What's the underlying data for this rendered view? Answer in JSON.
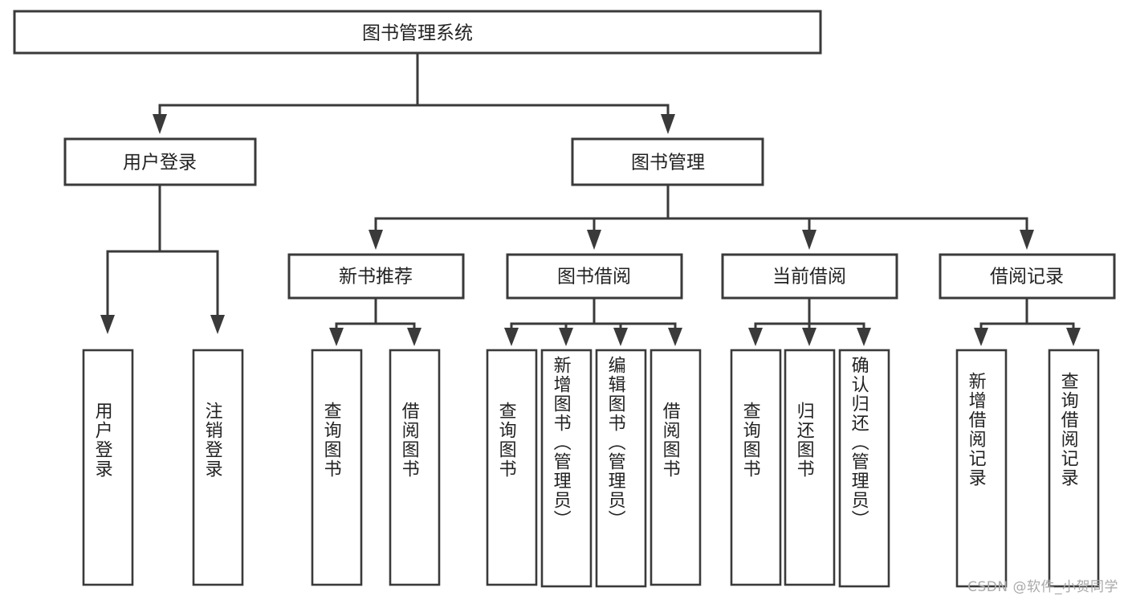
{
  "diagram": {
    "title": "图书管理系统",
    "watermark": "CSDN @软件_小贺同学",
    "colors": {
      "background": "#ffffff",
      "stroke": "#3a3a3a",
      "text": "#222222",
      "watermark": "#a9a9a9"
    },
    "root": {
      "label": "图书管理系统"
    },
    "level2": [
      {
        "label": "用户登录"
      },
      {
        "label": "图书管理"
      }
    ],
    "level3": [
      {
        "label": "新书推荐"
      },
      {
        "label": "图书借阅"
      },
      {
        "label": "当前借阅"
      },
      {
        "label": "借阅记录"
      }
    ],
    "leaves": [
      {
        "label": "用户登录",
        "parent": "用户登录"
      },
      {
        "label": "注销登录",
        "parent": "用户登录"
      },
      {
        "label": "查询图书",
        "parent": "新书推荐"
      },
      {
        "label": "借阅图书",
        "parent": "新书推荐"
      },
      {
        "label": "查询图书",
        "parent": "图书借阅"
      },
      {
        "label": "新增图书（管理员）",
        "parent": "图书借阅"
      },
      {
        "label": "编辑图书（管理员）",
        "parent": "图书借阅"
      },
      {
        "label": "借阅图书",
        "parent": "图书借阅"
      },
      {
        "label": "查询图书",
        "parent": "当前借阅"
      },
      {
        "label": "归还图书",
        "parent": "当前借阅"
      },
      {
        "label": "确认归还（管理员）",
        "parent": "当前借阅"
      },
      {
        "label": "新增借阅记录",
        "parent": "借阅记录"
      },
      {
        "label": "查询借阅记录",
        "parent": "借阅记录"
      }
    ]
  }
}
